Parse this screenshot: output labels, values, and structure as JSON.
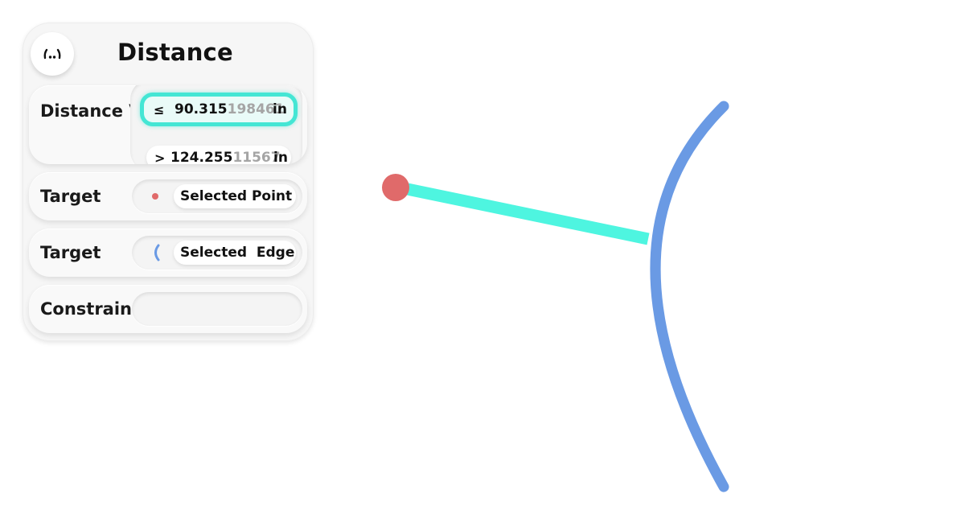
{
  "panel": {
    "icon": "measure-icon",
    "title": "Distance"
  },
  "distance_row": {
    "label": "Distance V",
    "conditions": [
      {
        "symbol": "≤",
        "value_bold": "90.315",
        "value_dim": "198461",
        "unit": "in",
        "active": true
      },
      {
        "symbol": ">",
        "value_bold": "124.255",
        "value_dim": "11567",
        "unit": "in",
        "active": false
      }
    ]
  },
  "target_point": {
    "label": "Target",
    "icon": "point-icon",
    "value": "Selected Point"
  },
  "target_edge": {
    "label": "Target",
    "icon": "arc-icon",
    "value": "Selected  Edge"
  },
  "constrain": {
    "label": "Constrain",
    "value": ""
  },
  "colors": {
    "accent_teal": "#44e6d4",
    "measure_line": "#4ef5e0",
    "point": "#e06a6a",
    "edge": "#6a9ae4"
  }
}
